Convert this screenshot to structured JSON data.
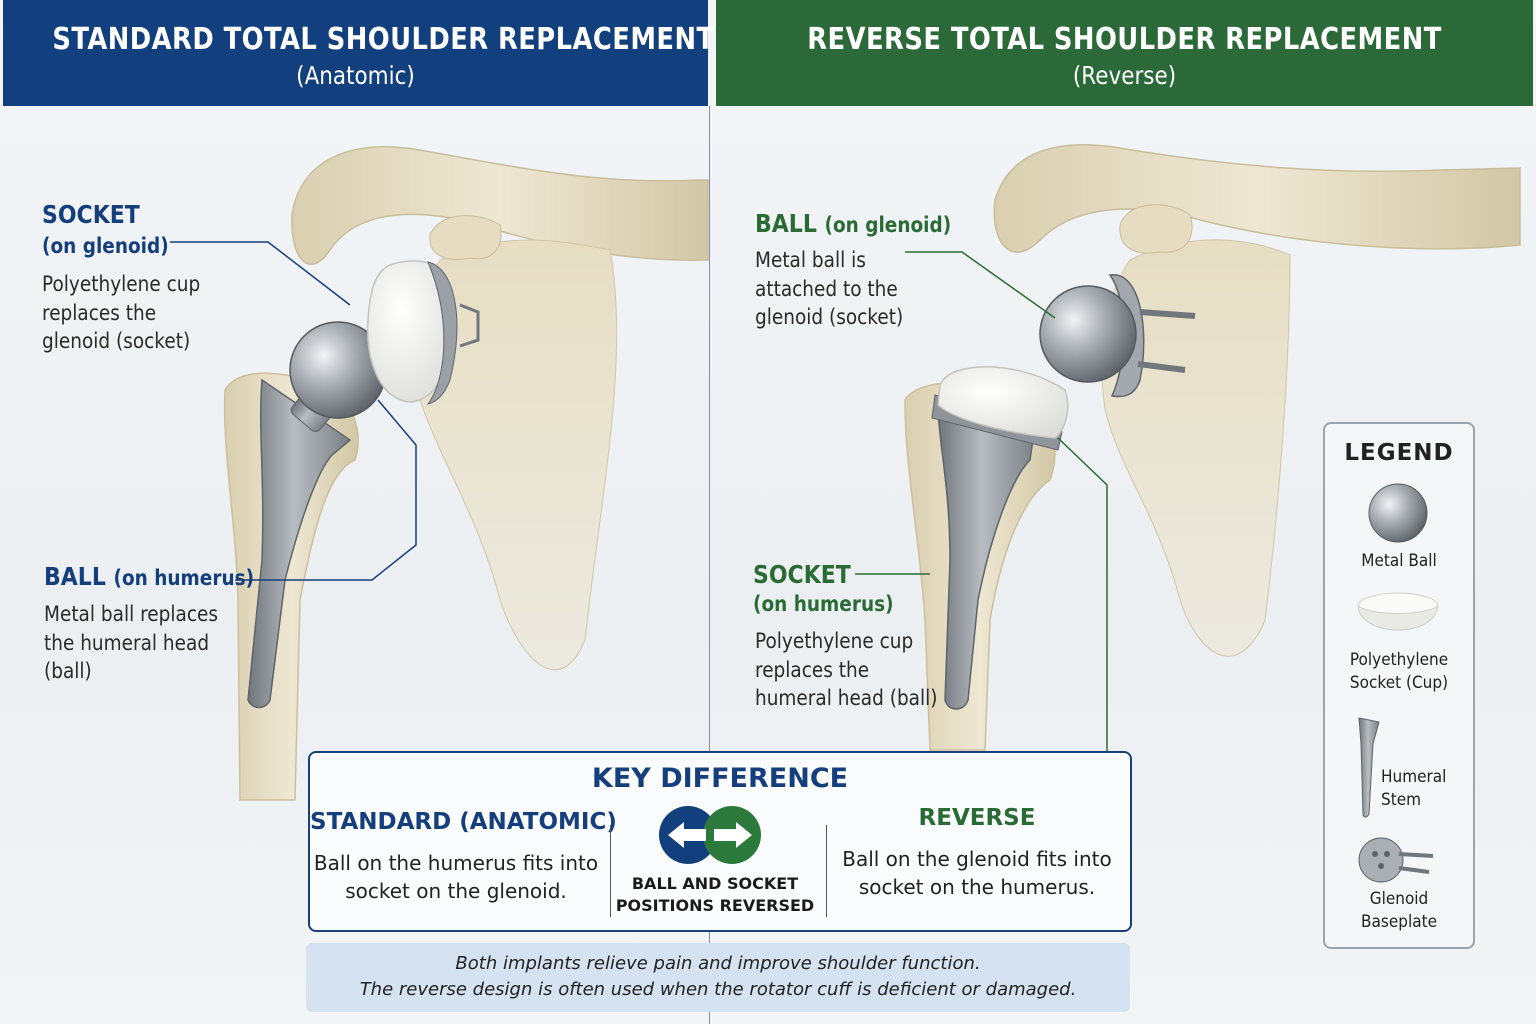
{
  "left_panel": {
    "title": "STANDARD TOTAL SHOULDER REPLACEMENT",
    "subtitle": "(Anatomic)",
    "socket_label": "SOCKET",
    "socket_sub": "(on glenoid)",
    "socket_desc": [
      "Polyethylene cup",
      "replaces the",
      "glenoid (socket)"
    ],
    "ball_label": "BALL",
    "ball_sub": "(on humerus)",
    "ball_desc": [
      "Metal ball replaces",
      "the humeral head",
      "(ball)"
    ]
  },
  "right_panel": {
    "title": "REVERSE TOTAL SHOULDER REPLACEMENT",
    "subtitle": "(Reverse)",
    "ball_label": "BALL",
    "ball_sub": "(on glenoid)",
    "ball_desc": [
      "Metal ball is",
      "attached to the",
      "glenoid (socket)"
    ],
    "socket_label": "SOCKET",
    "socket_sub": "(on humerus)",
    "socket_desc": [
      "Polyethylene cup",
      "replaces the",
      "humeral head (ball)"
    ]
  },
  "key_difference": {
    "title": "KEY DIFFERENCE",
    "standard_head": "STANDARD (ANATOMIC)",
    "standard_text": [
      "Ball on the humerus fits into",
      "socket on the glenoid."
    ],
    "center_text": [
      "BALL AND SOCKET",
      "POSITIONS REVERSED"
    ],
    "reverse_head": "REVERSE",
    "reverse_text": [
      "Ball on the glenoid fits into",
      "socket on the humerus."
    ]
  },
  "note": [
    "Both implants relieve pain and improve shoulder function.",
    "The reverse design is often used when the rotator cuff is deficient or damaged."
  ],
  "legend": {
    "title": "LEGEND",
    "items": [
      {
        "label": [
          "Metal Ball"
        ],
        "icon": "metal-ball-icon"
      },
      {
        "label": [
          "Polyethylene",
          "Socket (Cup)"
        ],
        "icon": "polyethylene-cup-icon"
      },
      {
        "label": [
          "Humeral",
          "Stem"
        ],
        "icon": "humeral-stem-icon"
      },
      {
        "label": [
          "Glenoid",
          "Baseplate"
        ],
        "icon": "glenoid-baseplate-icon"
      }
    ]
  },
  "colors": {
    "blue_header": "#123f7e",
    "green_header": "#2b6a38",
    "bone": "#e8dfc6",
    "metal": "#9aa0a6",
    "polyethylene": "#f3f3f1",
    "note_bg": "#d4e2f1"
  }
}
